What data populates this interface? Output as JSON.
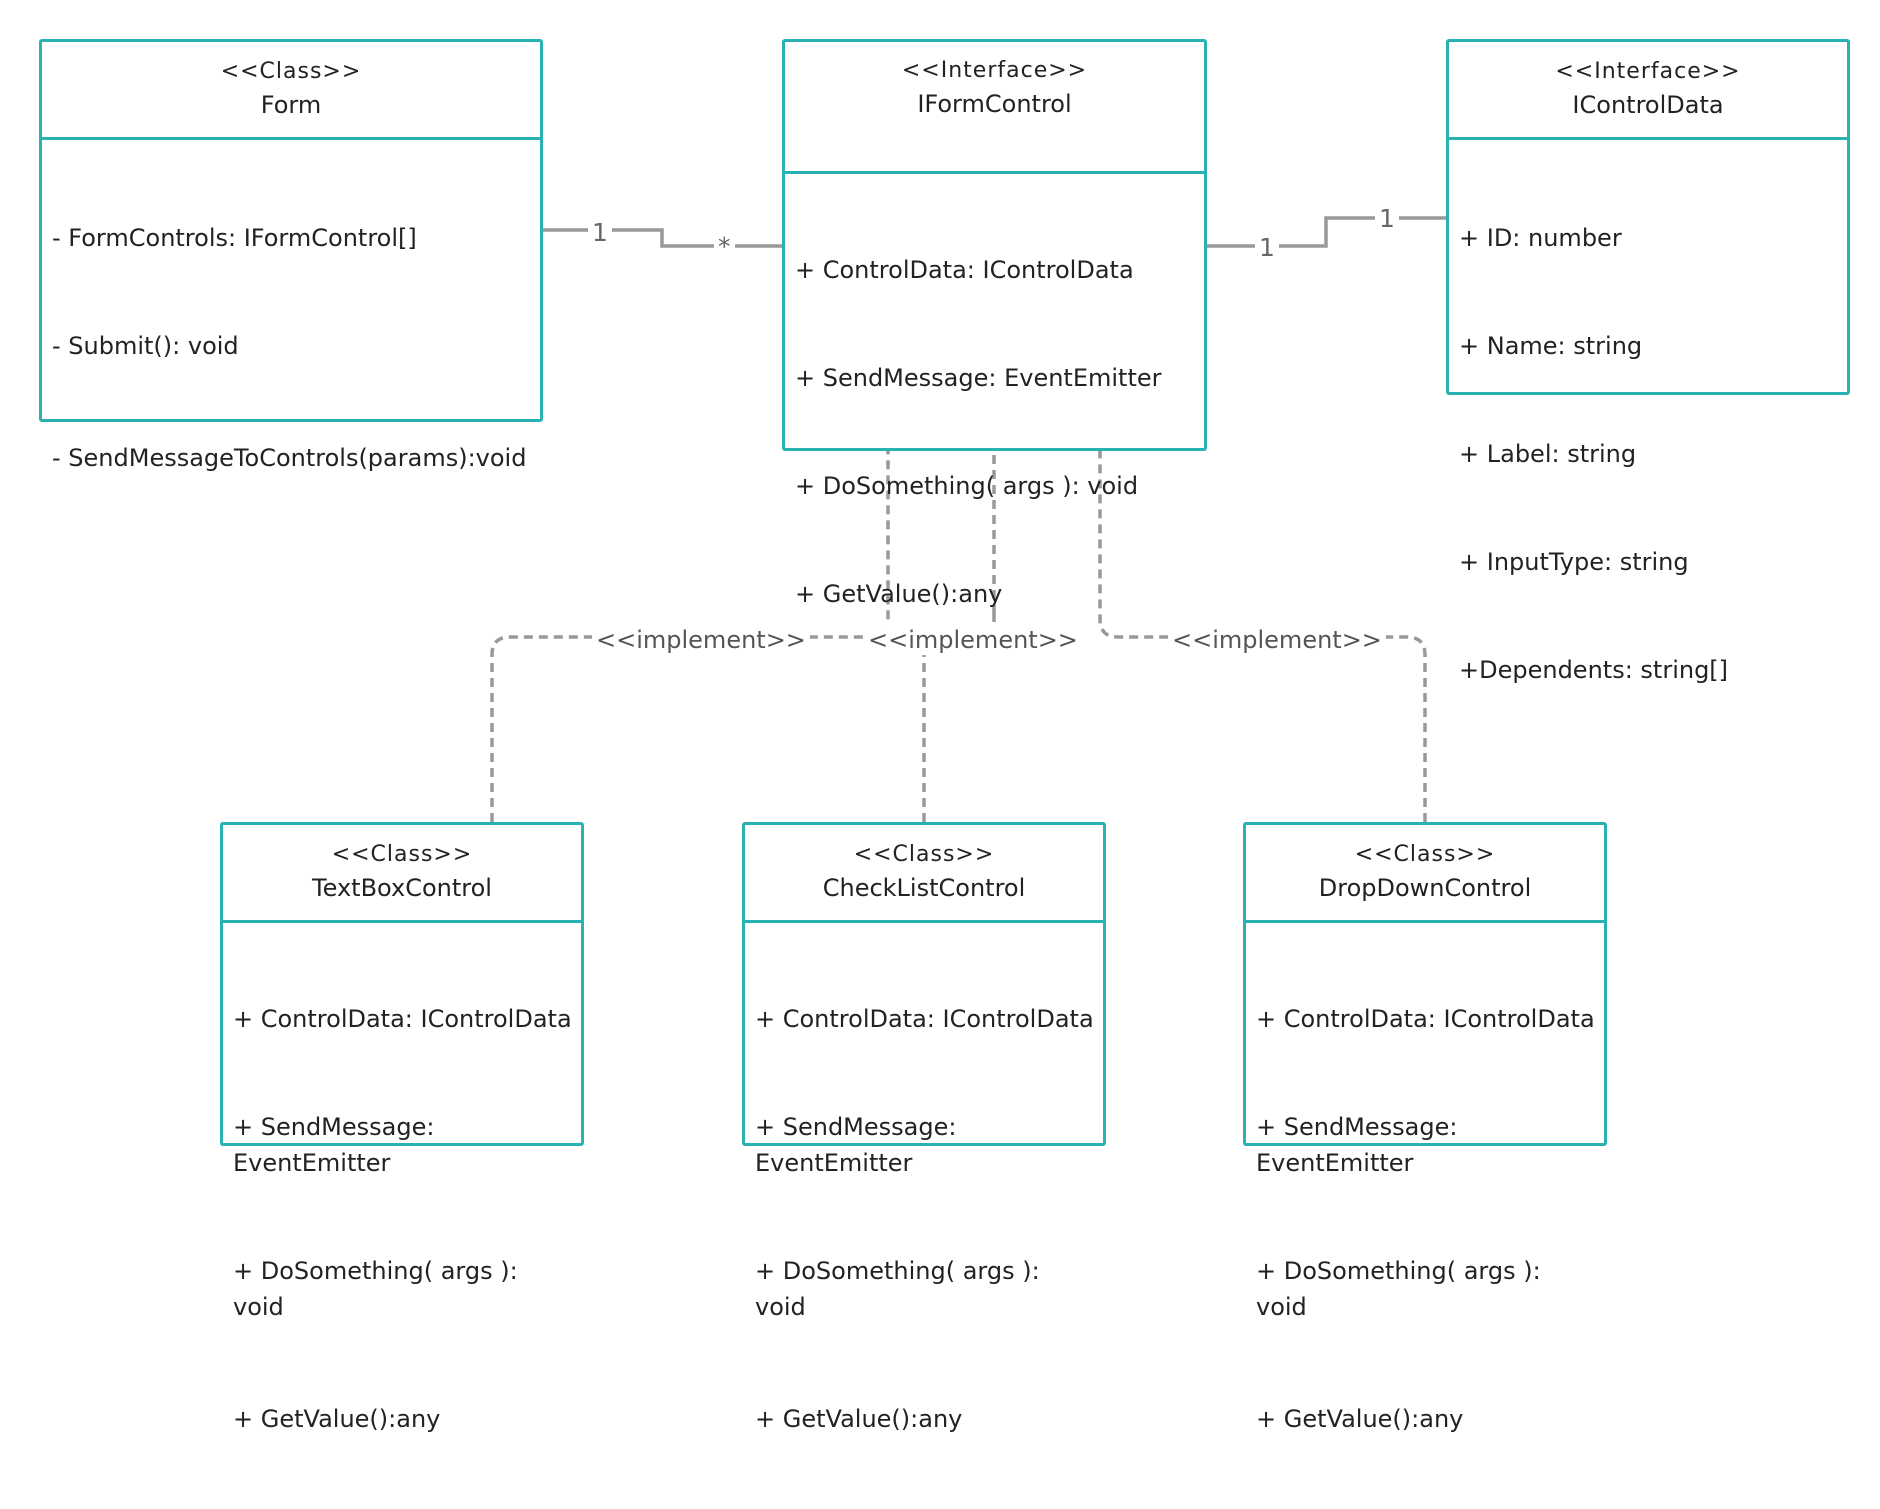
{
  "diagram": {
    "colors": {
      "border": "#2ab1b1",
      "connector": "#999999",
      "text": "#222222"
    },
    "classes": {
      "form": {
        "stereotype": "<<Class>>",
        "name": "Form",
        "members": [
          "- FormControls: IFormControl[]",
          "- Submit(): void",
          "- SendMessageToControls(params):void"
        ]
      },
      "iformcontrol": {
        "stereotype": "<<Interface>>",
        "name": "IFormControl",
        "members": [
          "+ ControlData: IControlData",
          "+ SendMessage: EventEmitter",
          "+ DoSomething( args ): void",
          "+ GetValue():any"
        ]
      },
      "icontroldata": {
        "stereotype": "<<Interface>>",
        "name": "IControlData",
        "members": [
          "+ ID: number",
          "+ Name: string",
          "+ Label: string",
          "+ InputType: string",
          "+Dependents: string[]"
        ]
      },
      "textbox": {
        "stereotype": "<<Class>>",
        "name": "TextBoxControl",
        "members": [
          "+ ControlData: IControlData",
          "+ SendMessage: EventEmitter",
          "+ DoSomething( args ): void",
          "+ GetValue():any"
        ]
      },
      "checklist": {
        "stereotype": "<<Class>>",
        "name": "CheckListControl",
        "members": [
          "+ ControlData: IControlData",
          "+ SendMessage: EventEmitter",
          "+ DoSomething( args ): void",
          "+ GetValue():any"
        ]
      },
      "dropdown": {
        "stereotype": "<<Class>>",
        "name": "DropDownControl",
        "members": [
          "+ ControlData: IControlData",
          "+ SendMessage: EventEmitter",
          "+ DoSomething( args ): void",
          "+ GetValue():any"
        ]
      }
    },
    "associations": {
      "form_iformcontrol": {
        "source_multiplicity": "1",
        "target_multiplicity": "*"
      },
      "iformcontrol_icontroldata": {
        "source_multiplicity": "1",
        "target_multiplicity": "1"
      }
    },
    "realizations": {
      "textbox": {
        "label": "<<implement>>"
      },
      "checklist": {
        "label": "<<implement>>"
      },
      "dropdown": {
        "label": "<<implement>>"
      }
    }
  }
}
